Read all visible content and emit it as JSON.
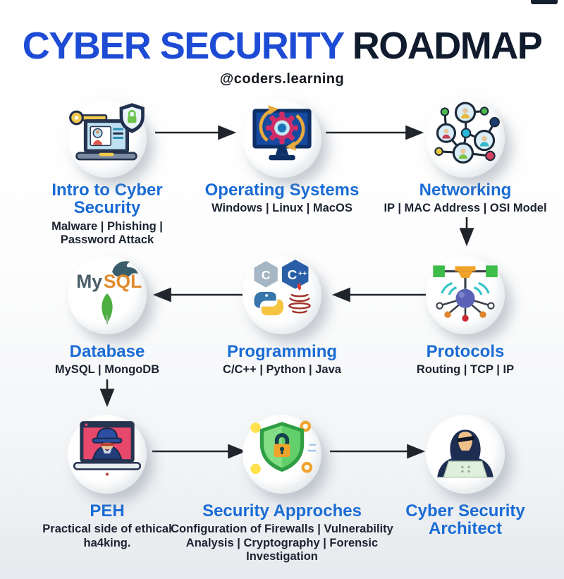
{
  "header": {
    "title_primary": "CYBER SECURITY",
    "title_secondary": "ROADMAP",
    "handle": "@coders.learning"
  },
  "colors": {
    "title_blue": "#1d4bd4",
    "title_dark": "#101b2d",
    "node_title_blue": "#1a6cd6",
    "body_text_dark": "#1c2330",
    "arrow": "#20242b",
    "background_top": "#ffffff",
    "background_bottom": "#e6e9ed"
  },
  "nodes": [
    {
      "title": "Intro to Cyber Security",
      "subtitle": "Malware | Phishing | Password Attack",
      "icon": "laptop-key-shield-icon"
    },
    {
      "title": "Operating Systems",
      "subtitle": "Windows | Linux | MacOS",
      "icon": "monitor-gear-icon"
    },
    {
      "title": "Networking",
      "subtitle": "IP | MAC Address | OSI Model",
      "icon": "people-network-icon"
    },
    {
      "title": "Database",
      "subtitle": "MySQL | MongoDB",
      "icon": "mysql-mongodb-icon"
    },
    {
      "title": "Programming",
      "subtitle": "C/C++ | Python | Java",
      "icon": "code-languages-icon"
    },
    {
      "title": "Protocols",
      "subtitle": "Routing | TCP | IP",
      "icon": "network-hub-icon"
    },
    {
      "title": "PEH",
      "subtitle": "Practical side of ethical ha4king.",
      "icon": "hacker-laptop-icon"
    },
    {
      "title": "Security Approches",
      "subtitle": "Configuration of Firewalls | Vulnerability Analysis | Cryptography | Forensic Investigation",
      "icon": "shield-lock-icon"
    },
    {
      "title": "Cyber Security Architect",
      "subtitle": "",
      "icon": "hooded-hacker-icon"
    }
  ],
  "logo_text": {
    "mysql_my": "My",
    "mysql_sql": "SQL",
    "c": "C",
    "cpp": "C",
    "cpp_plus": "++"
  }
}
